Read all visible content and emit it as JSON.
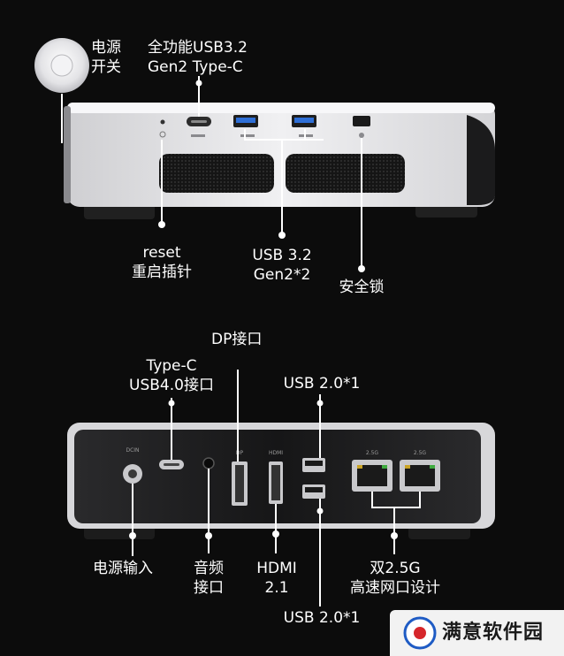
{
  "front": {
    "power_switch": [
      "电源",
      "开关"
    ],
    "usb_c_full": [
      "全功能USB3.2",
      "Gen2 Type-C"
    ],
    "reset": [
      "reset",
      "重启插针"
    ],
    "usb32": [
      "USB 3.2",
      "Gen2*2"
    ],
    "lock": "安全锁"
  },
  "back": {
    "dp": "DP接口",
    "typec40": [
      "Type-C",
      "USB4.0接口"
    ],
    "usb20_top": "USB 2.0*1",
    "power_in": "电源输入",
    "audio": [
      "音频",
      "接口"
    ],
    "hdmi": [
      "HDMI",
      "2.1"
    ],
    "lan": [
      "双2.5G",
      "高速网口设计"
    ],
    "usb20_bottom": "USB 2.0*1",
    "port_labels": {
      "dcin": "DCIN",
      "dp": "DP",
      "hdmi": "HDMI",
      "lan1": "2.5G",
      "lan2": "2.5G"
    }
  },
  "watermark": {
    "text": "满意软件园"
  },
  "colors": {
    "background": "#0c0c0c",
    "chassis_silver": "#e6e6e8",
    "port_blue": "#2f6fd6",
    "watermark_red": "#d6262b",
    "watermark_blue": "#1e5bc4"
  }
}
